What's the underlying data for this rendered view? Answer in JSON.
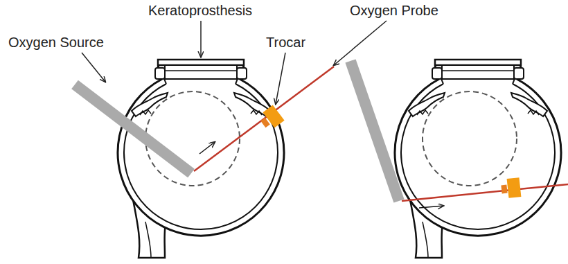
{
  "diagram": {
    "labels": [
      "Keratoprosthesis",
      "Oxygen Probe",
      "Oxygen Source",
      "Trocar"
    ]
  }
}
